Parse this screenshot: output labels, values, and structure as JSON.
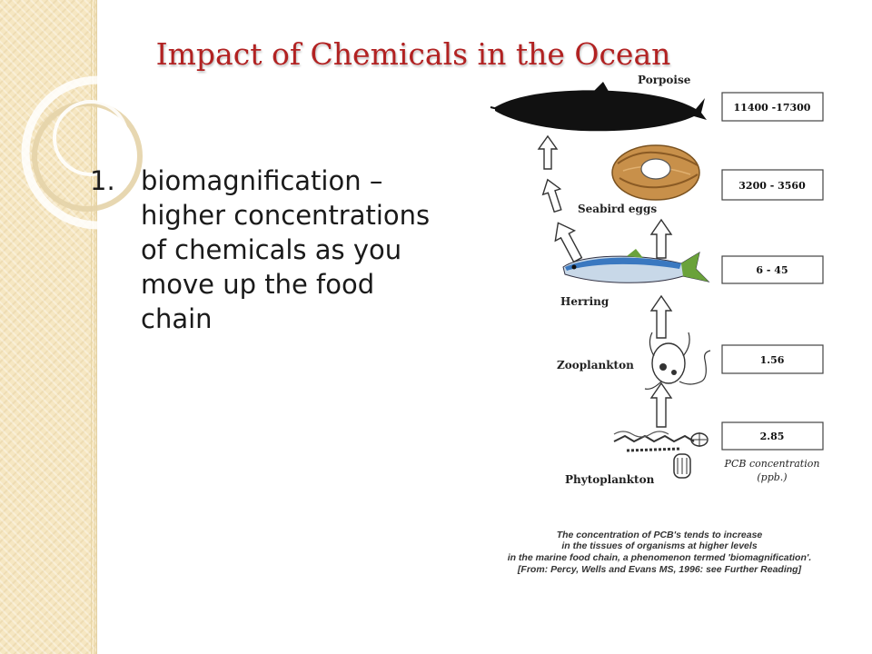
{
  "slide": {
    "title": "Impact of Chemicals in the Ocean",
    "bullet": {
      "marker": "1.",
      "text": "biomagnification – higher concentrations of chemicals as you move up the food chain"
    }
  },
  "figure": {
    "organisms": [
      {
        "name": "Porpoise",
        "concentration": "11400 -17300"
      },
      {
        "name": "Seabird eggs",
        "concentration": "3200 - 3560"
      },
      {
        "name": "Herring",
        "concentration": "6 - 45"
      },
      {
        "name": "Zooplankton",
        "concentration": "1.56"
      },
      {
        "name": "Phytoplankton",
        "concentration": "2.85"
      }
    ],
    "unit_label": [
      "PCB concentration",
      "(ppb.)"
    ],
    "caption": [
      "The concentration of PCB's tends to increase",
      "in the tissues of organisms at higher levels",
      "in the marine food chain, a phenomenon termed 'biomagnification'.",
      "[From: Percy, Wells and Evans MS, 1996: see Further Reading]"
    ]
  },
  "colors": {
    "title": "#b22222",
    "side_band": "#f6e7c2",
    "porpoise": "#111111",
    "nest": "#c8904a",
    "herring_back": "#3a78c0",
    "herring_tail": "#6aa23a"
  },
  "icons": {
    "arrows": "outline-up-arrow",
    "porpoise": "porpoise-silhouette",
    "nest": "nest-with-egg",
    "herring": "herring-fish",
    "zooplankton": "zooplankton-sketch",
    "phytoplankton": "phytoplankton-sketch"
  }
}
